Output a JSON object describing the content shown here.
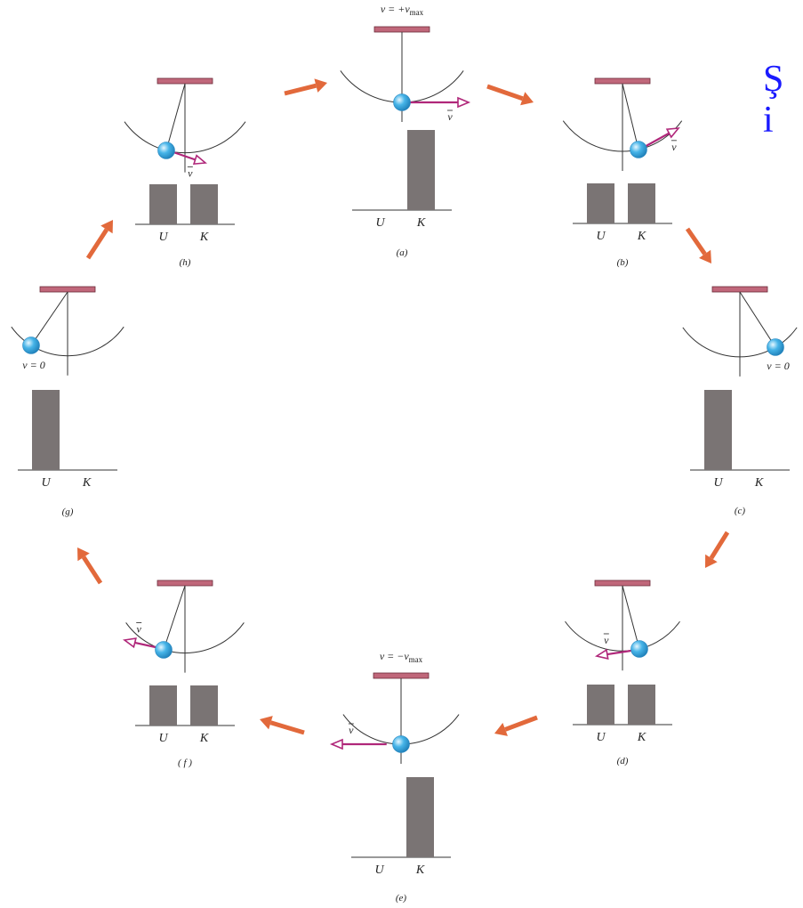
{
  "figure": {
    "colors": {
      "ball": "#46b4e8",
      "velocity_arrow": "#b0277a",
      "bar": "#7a7474",
      "cycle_arrow": "#e2693b",
      "ceiling": "#c0677a",
      "title": "#1a1aff"
    },
    "axis_labels": {
      "potential": "U",
      "kinetic": "K"
    },
    "velocity_symbol": "v",
    "cropped_title": {
      "line1": "Ş",
      "line2": "i"
    },
    "panels": [
      {
        "id": "a",
        "label": "(a)",
        "velocity_text": "v = +v",
        "velocity_sub": "max",
        "energy": {
          "U": 0,
          "K": 1
        },
        "arrow_direction": "right"
      },
      {
        "id": "b",
        "label": "(b)",
        "velocity_text": "",
        "velocity_sub": "",
        "energy": {
          "U": 0.5,
          "K": 0.5
        },
        "arrow_direction": "right"
      },
      {
        "id": "c",
        "label": "(c)",
        "velocity_text": "v = 0",
        "velocity_sub": "",
        "energy": {
          "U": 1,
          "K": 0
        },
        "arrow_direction": "none"
      },
      {
        "id": "d",
        "label": "(d)",
        "velocity_text": "",
        "velocity_sub": "",
        "energy": {
          "U": 0.5,
          "K": 0.5
        },
        "arrow_direction": "left"
      },
      {
        "id": "e",
        "label": "(e)",
        "velocity_text": "v = −v",
        "velocity_sub": "max",
        "energy": {
          "U": 0,
          "K": 1
        },
        "arrow_direction": "left"
      },
      {
        "id": "f",
        "label": "( f )",
        "velocity_text": "",
        "velocity_sub": "",
        "energy": {
          "U": 0.5,
          "K": 0.5
        },
        "arrow_direction": "left"
      },
      {
        "id": "g",
        "label": "(g)",
        "velocity_text": "v = 0",
        "velocity_sub": "",
        "energy": {
          "U": 1,
          "K": 0
        },
        "arrow_direction": "none"
      },
      {
        "id": "h",
        "label": "(h)",
        "velocity_text": "",
        "velocity_sub": "",
        "energy": {
          "U": 0.5,
          "K": 0.5
        },
        "arrow_direction": "right"
      }
    ],
    "cycle_order": [
      "a",
      "b",
      "c",
      "d",
      "e",
      "f",
      "g",
      "h"
    ]
  }
}
